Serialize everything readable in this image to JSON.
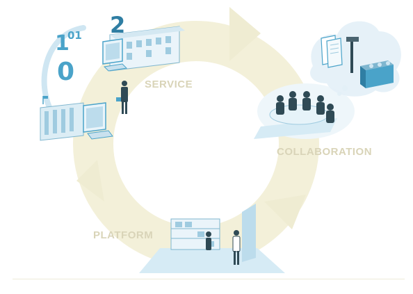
{
  "labels": {
    "service": "SERVICE",
    "collaboration": "COLLABORATION",
    "platform": "PLATFORM"
  },
  "binary_digits": {
    "one": "1",
    "zero_one": "01",
    "zero": "0",
    "two": "2"
  },
  "colors": {
    "cycle_ring": "#f2efd8",
    "label_text": "#d9d4b8",
    "accent_blue": "#4aa3c9",
    "light_blue": "#cfe6f2",
    "dark_figure": "#2f4a55",
    "divider": "#ecebd8"
  },
  "icons": {
    "service": "office-building-computer-icon",
    "collaboration": "meeting-table-icon",
    "platform": "warehouse-shelves-icon",
    "tools": "toolbox-cloud-icon"
  }
}
